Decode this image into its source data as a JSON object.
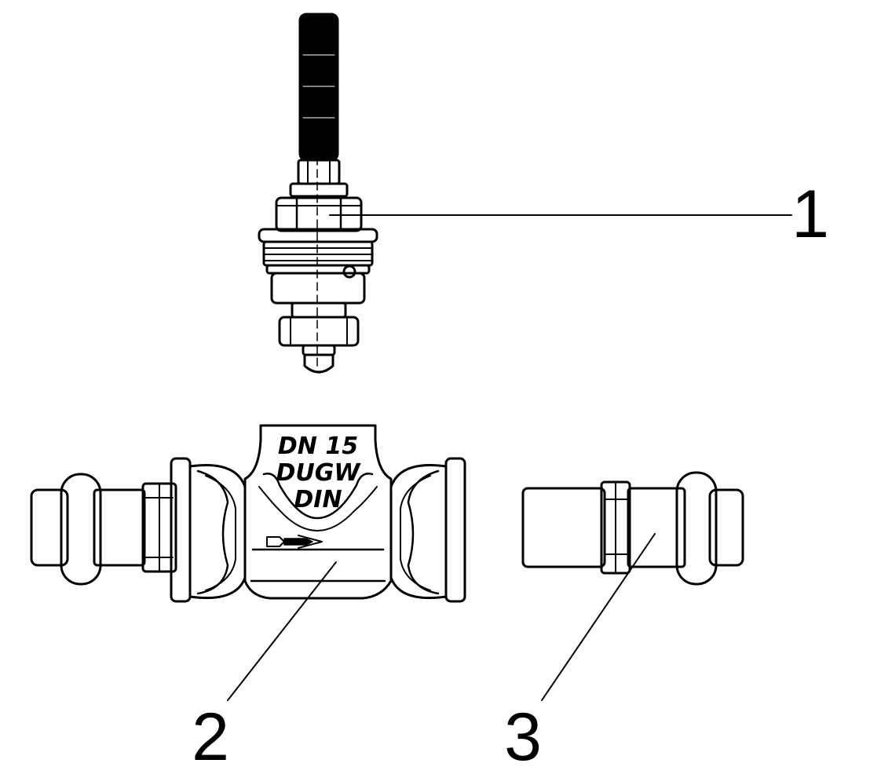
{
  "diagram": {
    "parts": [
      {
        "id": "part-1",
        "callout": "1",
        "kind": "valve-cartridge"
      },
      {
        "id": "part-2",
        "callout": "2",
        "kind": "valve-body-tee"
      },
      {
        "id": "part-3",
        "callout": "3",
        "kind": "press-connector"
      }
    ],
    "body_marking": {
      "line1": "DN 15",
      "line2": "DUGW",
      "line3": "DIN"
    },
    "colors": {
      "line": "#000000",
      "background": "#ffffff"
    }
  }
}
